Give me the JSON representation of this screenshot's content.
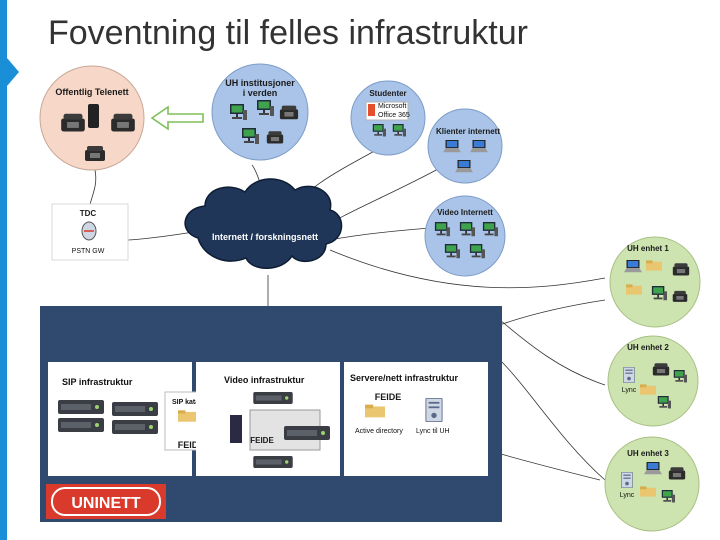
{
  "title": "Foventning til felles infrastruktur",
  "colors": {
    "accent": "#1a8fd8",
    "navy_panel": "#2f4a6e",
    "peach_circle": "#f7d8c8",
    "blue_circle": "#a9c4e8",
    "green_circle": "#cde3b0",
    "uninett_red": "#d93a2b"
  },
  "nodes": {
    "offentlig": "Offentlig Telenett",
    "uh_verden_l1": "UH institusjoner",
    "uh_verden_l2": "i verden",
    "studenter": "Studenter",
    "office_brand": "Microsoft",
    "office_name": "Office 365",
    "klienter": "Klienter internett",
    "video_internett": "Video Internett",
    "tdc": "TDC",
    "pstn": "PSTN GW",
    "cloud": "Internett / forskningsnett",
    "uh1": "UH enhet 1",
    "uh2": "UH enhet 2",
    "uh3": "UH enhet 3",
    "lync": "Lync"
  },
  "panels": {
    "sip": "SIP infrastruktur",
    "sip_katalog": "SIP katalog",
    "video": "Video infrastruktur",
    "servere": "Servere/nett infrastruktur",
    "feide": "FEIDE",
    "active_directory": "Active directory",
    "lync_uh": "Lync til UH"
  },
  "logo": "UNINETT"
}
